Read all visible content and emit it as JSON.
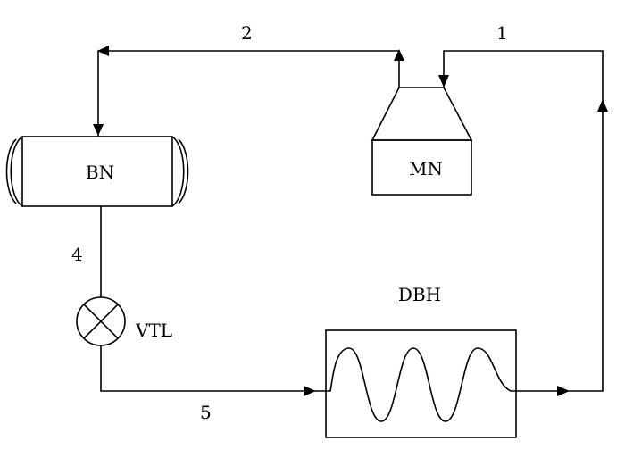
{
  "labels": {
    "receiver": "BN",
    "compressor": "MN",
    "evaporator": "DBH",
    "valve": "VTL",
    "point_1": "1",
    "point_2": "2",
    "point_4": "4",
    "point_5": "5"
  }
}
